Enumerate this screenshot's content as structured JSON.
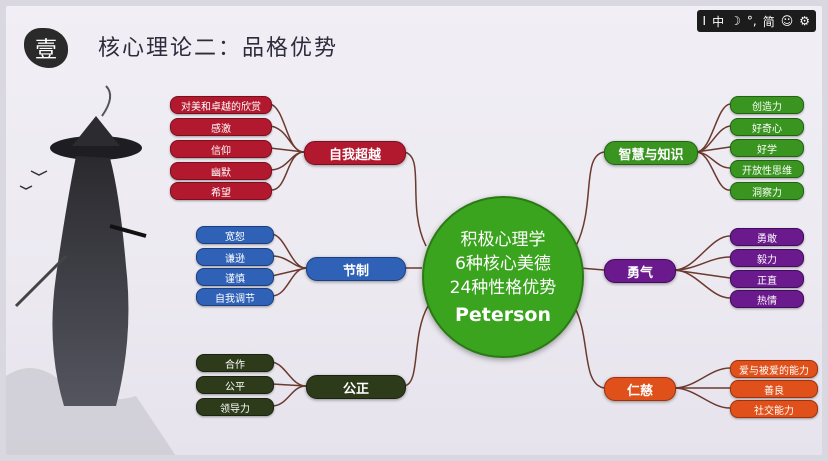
{
  "ime_bar": {
    "items": [
      "I",
      "中",
      "☽",
      "°,",
      "简",
      "☺",
      "⚙"
    ]
  },
  "header": {
    "seal_char": "壹",
    "title": "核心理论二：品格优势"
  },
  "center": {
    "lines": [
      "积极心理学",
      "6种核心美德",
      "24种性格优势"
    ],
    "author": "Peterson"
  },
  "left_branches": [
    {
      "label": "自我超越",
      "color": "#b2192e",
      "items": [
        "对美和卓越的欣赏",
        "感激",
        "信仰",
        "幽默",
        "希望"
      ]
    },
    {
      "label": "节制",
      "color": "#2f62b7",
      "items": [
        "宽恕",
        "谦逊",
        "谨慎",
        "自我调节"
      ]
    },
    {
      "label": "公正",
      "color": "#2e3b1a",
      "items": [
        "合作",
        "公平",
        "领导力"
      ]
    }
  ],
  "right_branches": [
    {
      "label": "智慧与知识",
      "color": "#39951f",
      "items": [
        "创造力",
        "好奇心",
        "好学",
        "开放性思维",
        "洞察力"
      ]
    },
    {
      "label": "勇气",
      "color": "#6a1a8c",
      "items": [
        "勇敢",
        "毅力",
        "正直",
        "热情"
      ]
    },
    {
      "label": "仁慈",
      "color": "#e0501a",
      "items": [
        "爱与被爱的能力",
        "善良",
        "社交能力"
      ]
    }
  ]
}
